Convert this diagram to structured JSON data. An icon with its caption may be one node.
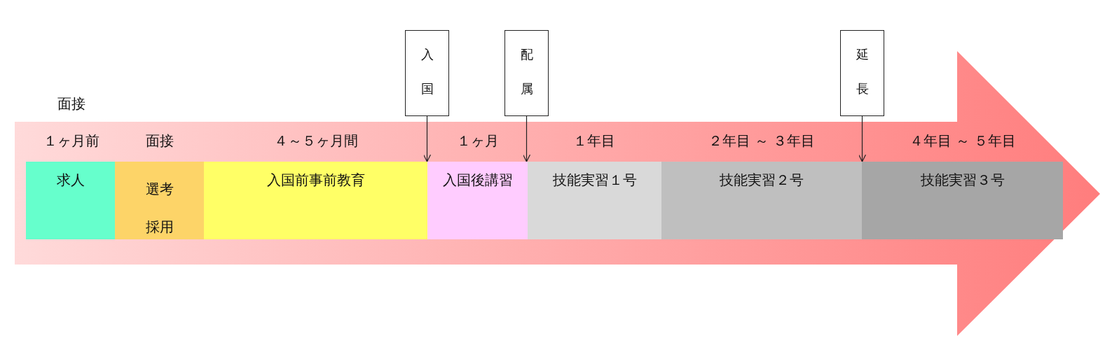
{
  "diagram": {
    "nodes": [
      {
        "text": [
          "求人"
        ]
      },
      {
        "text": [
          "選考採用"
        ]
      },
      {
        "text": [
          "入国前事前教育"
        ]
      },
      {
        "text": [
          "入国後講習"
        ]
      },
      {
        "text": [
          "技能実習１号"
        ]
      },
      {
        "text": [
          "技能実習２号"
        ]
      },
      {
        "text": [
          "技能実習３号"
        ]
      },
      {
        "text": [
          "入国"
        ]
      },
      {
        "text": [
          "配属"
        ]
      },
      {
        "text": [
          "延長"
        ]
      }
    ],
    "edges": [
      {
        "from": 7,
        "to": 3,
        "arrow": "to"
      },
      {
        "from": 8,
        "to": 4,
        "arrow": "to"
      },
      {
        "from": 9,
        "to": 6,
        "arrow": "to"
      }
    ],
    "labels": [
      "面接",
      "１ヶ月前",
      "面接",
      "４～５ヶ月間",
      "１ヶ月",
      "１年目",
      "２年目 ～ ３年目",
      "４年目 ～ ５年目"
    ]
  }
}
